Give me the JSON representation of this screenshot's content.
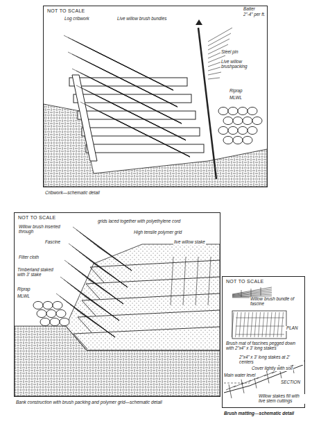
{
  "diagram": {
    "nodes": [
      {
        "text": [
          "NOT TO SCALE",
          "Cribwork—schematic detail"
        ]
      },
      {
        "text": [
          "NOT TO SCALE",
          "Bank construction with brush packing and polymer grid—schematic detail"
        ]
      },
      {
        "text": [
          "NOT TO SCALE",
          "Brush matting—schematic detail"
        ]
      }
    ],
    "labels": [
      "Log cribwork",
      "Live willow brush bundles",
      "Batter",
      "2\"-4\" per ft.",
      "Steel pin",
      "Live willow brushpacking",
      "Riprap",
      "MLWL",
      "Willow brush inserted through",
      "Fascine",
      "Filter cloth",
      "Timberland staked with 3' stake",
      "Riprap",
      "MLWL",
      "grids laced together with polyethylene cord",
      "High tensile polymer grid",
      "live willow stake",
      "Willow brush bundle of fascine",
      "Brush mat of fascines pegged down with 2\"x4\" x 3' long stakes",
      "PLAN",
      "2\"x4\" x 3' long stakes at 2' centers",
      "Cover lightly with soil",
      "Main water level",
      "SECTION",
      "Willow stakes fill with live stem cuttings"
    ]
  }
}
